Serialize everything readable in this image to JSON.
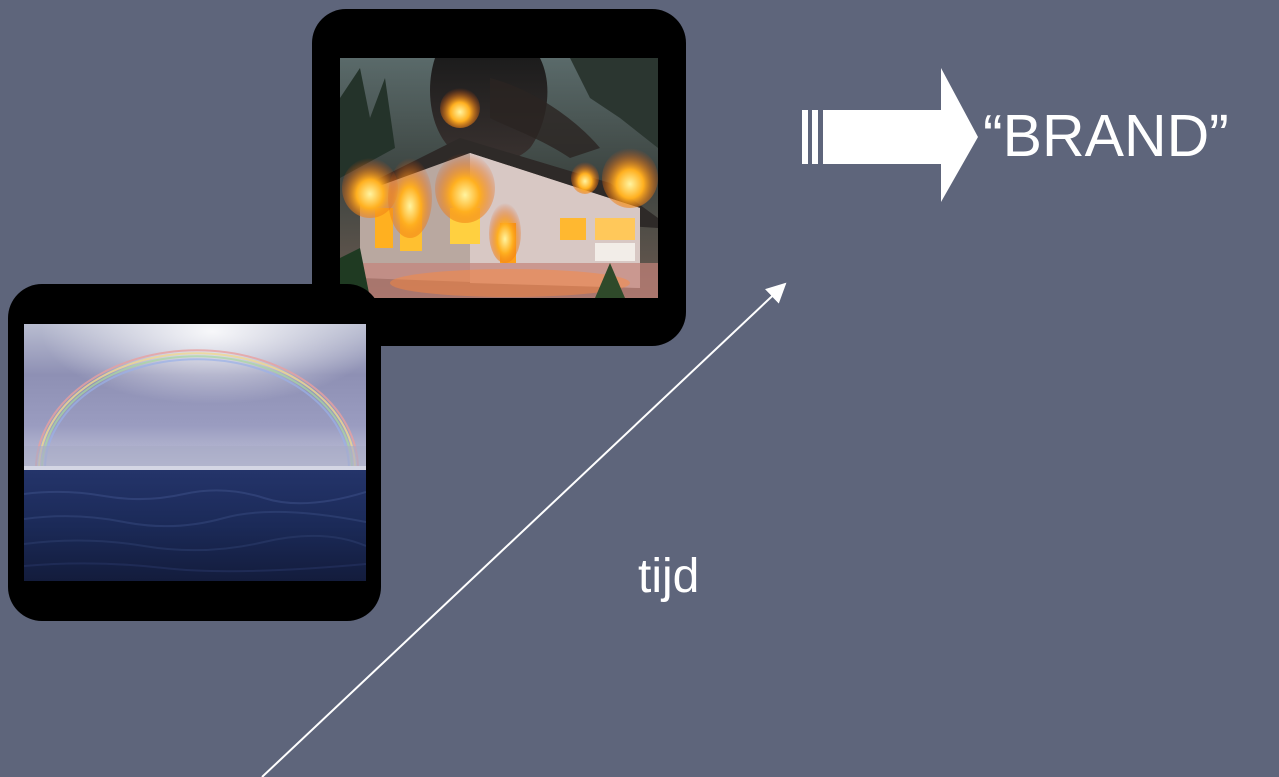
{
  "slide": {
    "result_label": "“BRAND”",
    "axis_label": "tijd"
  },
  "images": {
    "earlier": {
      "icon": "rainbow-over-sea-photo"
    },
    "later": {
      "icon": "burning-house-photo"
    }
  },
  "colors": {
    "background": "#5e657b",
    "frame": "#000000",
    "text": "#ffffff",
    "arrow": "#ffffff"
  }
}
